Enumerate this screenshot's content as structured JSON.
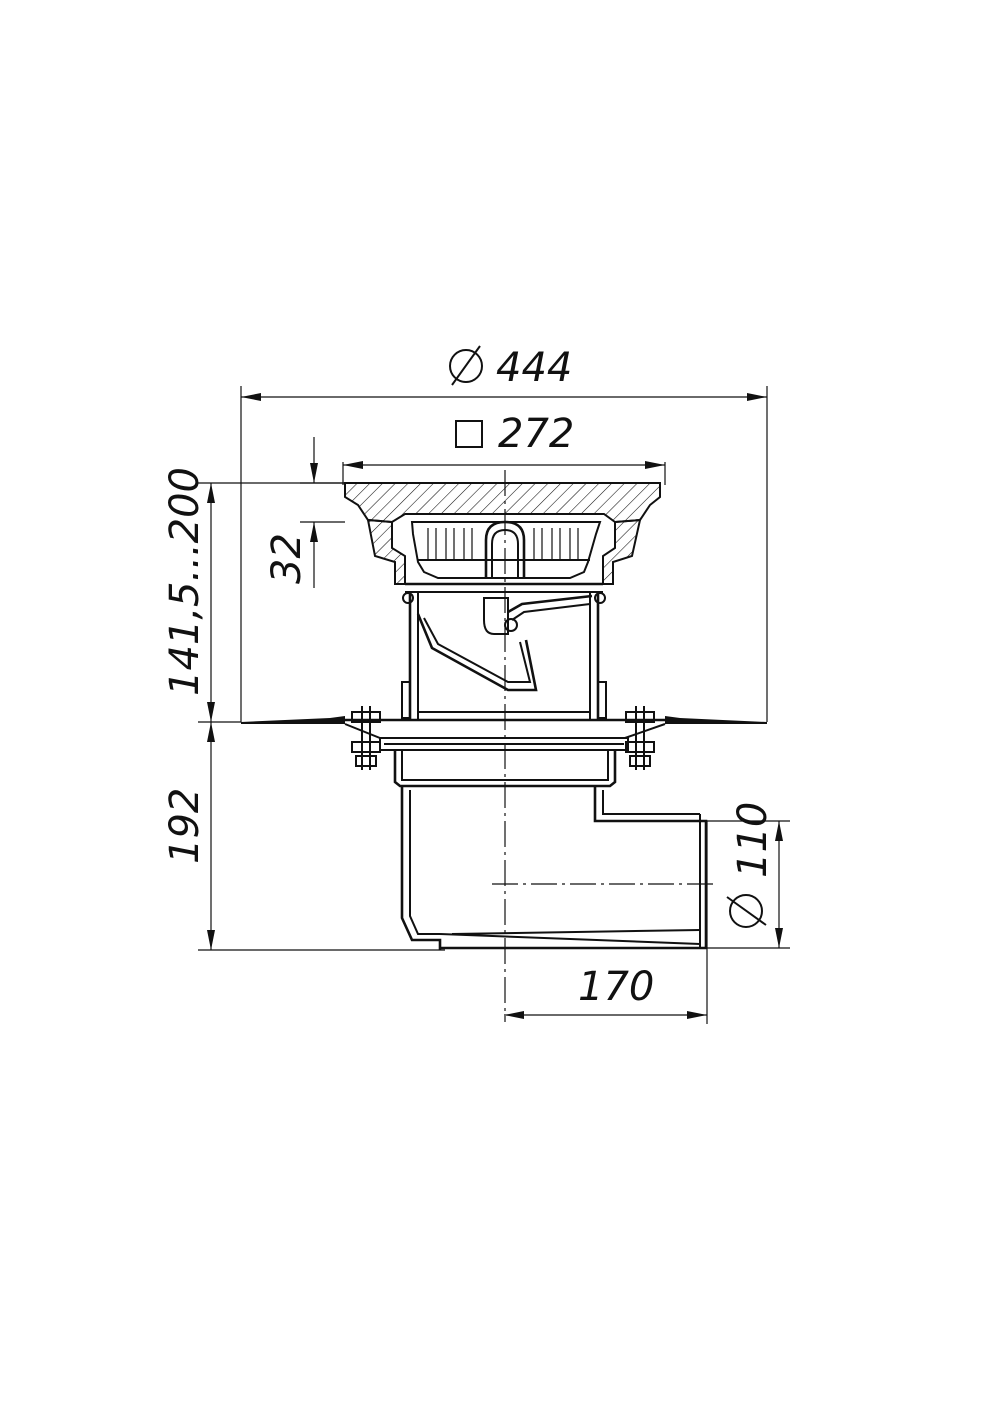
{
  "dimensions": {
    "flange_diameter": "444",
    "grate_square": "272",
    "grate_depth": "32",
    "height_range": "141,5...200",
    "lower_height": "192",
    "outlet_diameter": "110",
    "outlet_offset": "170"
  },
  "symbols": {
    "diameter": "diameter-symbol",
    "square": "square-symbol"
  },
  "colors": {
    "stroke": "#111111",
    "background": "#ffffff"
  }
}
